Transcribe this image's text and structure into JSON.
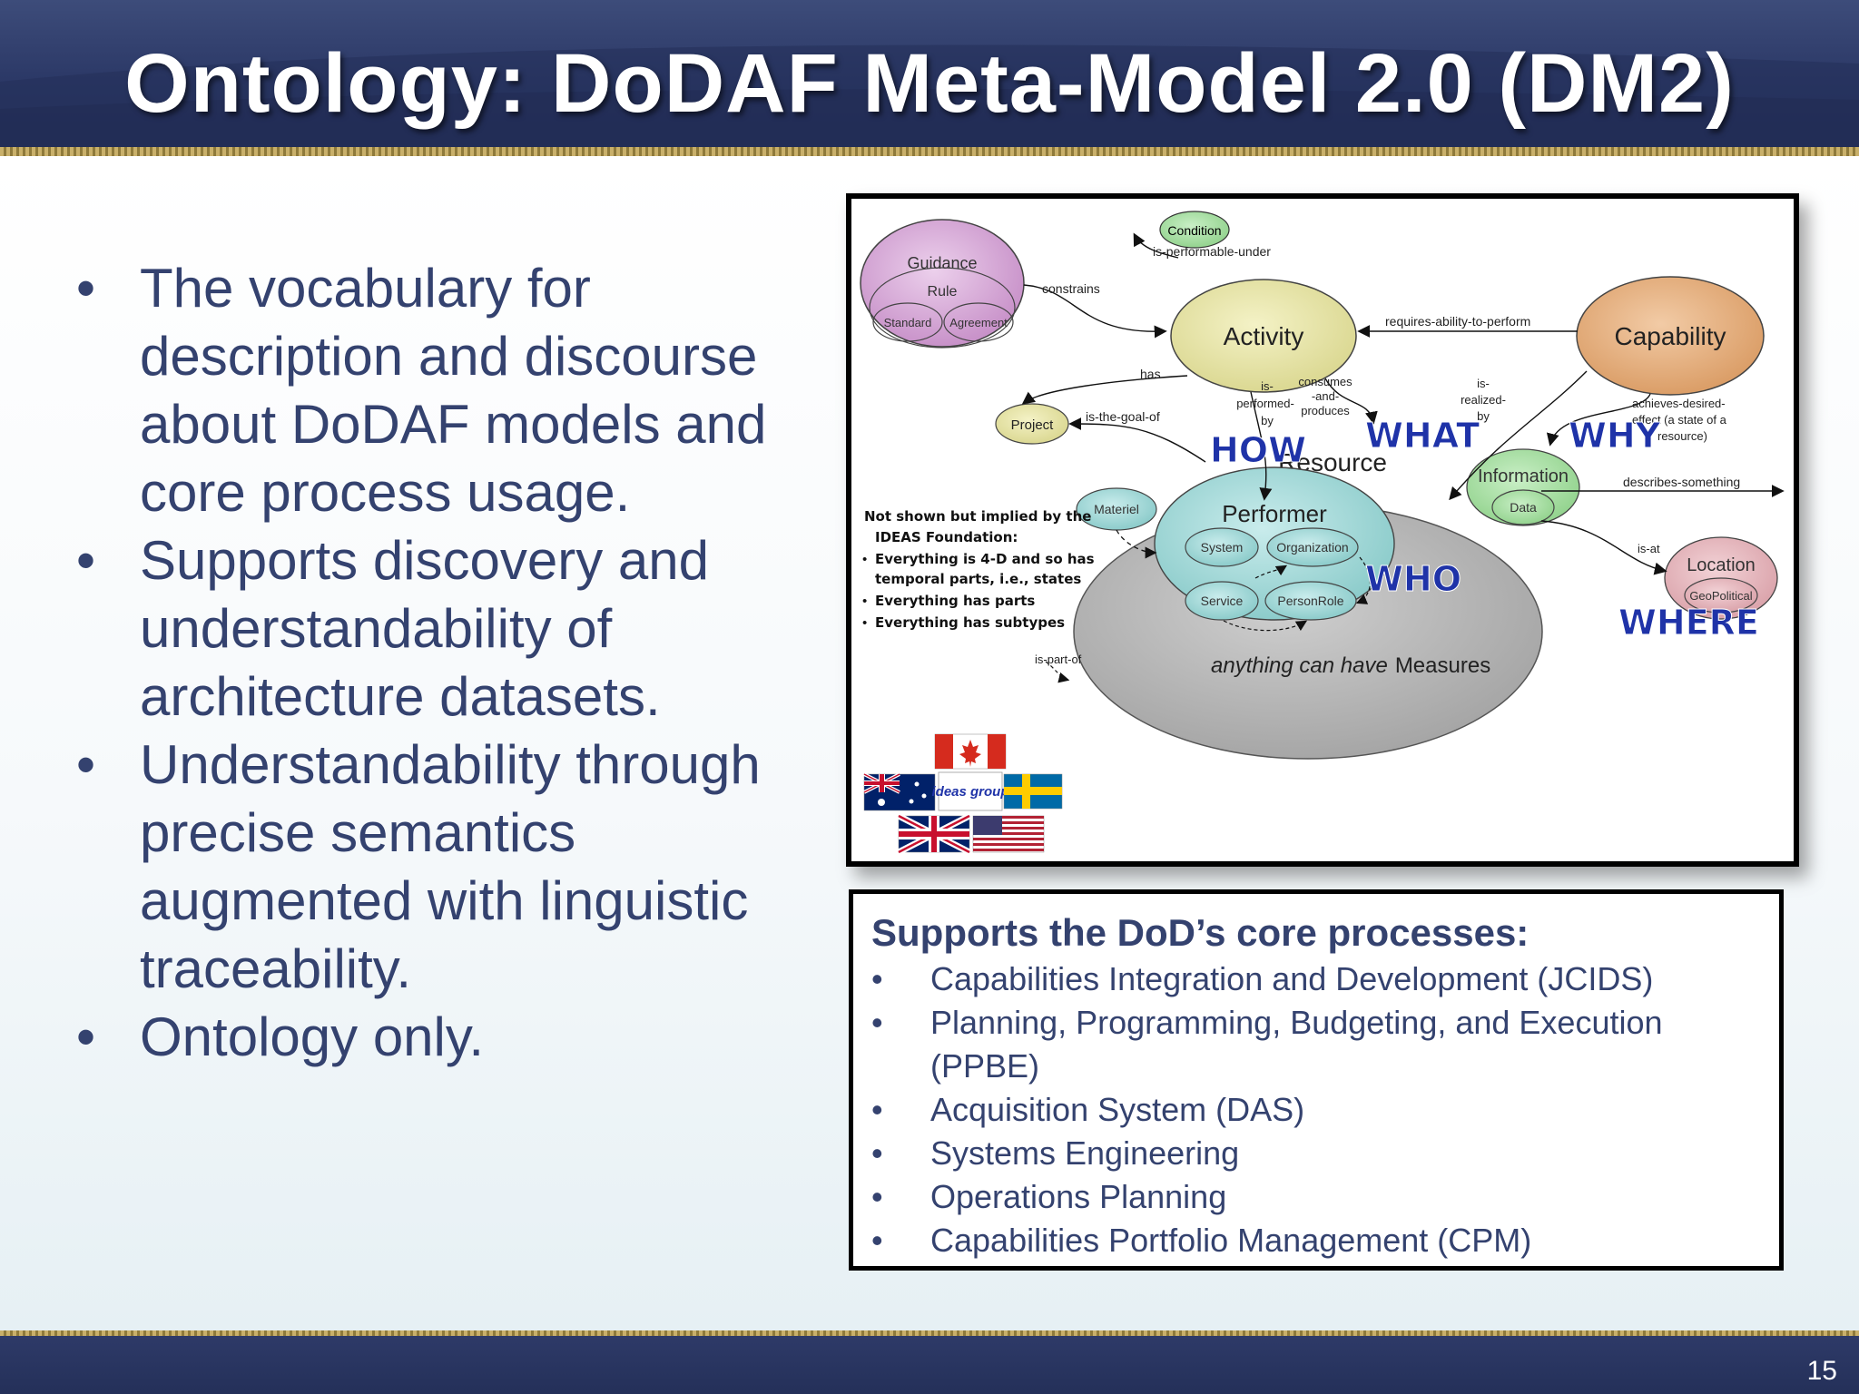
{
  "slide": {
    "title": "Ontology: DoDAF Meta-Model 2.0 (DM2)",
    "page_number": "15"
  },
  "bullets": [
    "The vocabulary for description and discourse about DoDAF models and core process usage.",
    "Supports discovery and understandability of architecture datasets.",
    "Understandability through precise semantics augmented with linguistic traceability.",
    "Ontology only."
  ],
  "diagram": {
    "nodes": {
      "condition": "Condition",
      "guidance": "Guidance",
      "rule": "Rule",
      "standard": "Standard",
      "agreement": "Agreement",
      "activity": "Activity",
      "capability": "Capability",
      "project": "Project",
      "resource": "Resource",
      "information": "Information",
      "data": "Data",
      "materiel": "Materiel",
      "performer": "Performer",
      "system": "System",
      "organization": "Organization",
      "service": "Service",
      "person_role": "PersonRole",
      "location": "Location",
      "geopolitical": "GeoPolitical",
      "ideas_logo": "ideas group"
    },
    "relations": {
      "is_performable_under": "is-performable-under",
      "constrains": "constrains",
      "requires_ability": "requires-ability-to-perform",
      "has": "has",
      "is_the_goal_of": "is-the-goal-of",
      "is_performed_by": [
        "is-",
        "performed-",
        "by"
      ],
      "consumes_and_produces": [
        "consumes",
        "-and-",
        "produces"
      ],
      "is_realized_by": [
        "is-",
        "realized-",
        "by"
      ],
      "achieves_desired_effect": [
        "achieves-desired-",
        "effect (a state of a",
        "resource)"
      ],
      "describes_something": "describes-something",
      "is_at": "is-at",
      "is_part_of": "is-part-of"
    },
    "questions": {
      "how": "HOW",
      "what": "WHAT",
      "why": "WHY",
      "who": "WHO",
      "where": "WHERE"
    },
    "note": {
      "lines": [
        "Not shown but implied by the",
        "IDEAS Foundation:"
      ],
      "items": [
        [
          "Everything is 4-D and so has",
          "temporal parts, i.e., states"
        ],
        [
          "Everything has parts"
        ],
        [
          "Everything has subtypes"
        ]
      ]
    },
    "measures_prefix": "anything can have",
    "measures_word": "Measures"
  },
  "processes": {
    "heading": "Supports the DoD’s core processes:",
    "items": [
      "Capabilities Integration and Development (JCIDS)",
      "Planning, Programming, Budgeting, and Execution (PPBE)",
      "Acquisition System (DAS)",
      "Systems Engineering",
      "Operations Planning",
      "Capabilities Portfolio Management (CPM)"
    ]
  },
  "colors": {
    "header_bg": "#2b3866",
    "body_text": "#34426f",
    "question_word": "#1f33a8",
    "gold_rule": "#c9b06a"
  }
}
